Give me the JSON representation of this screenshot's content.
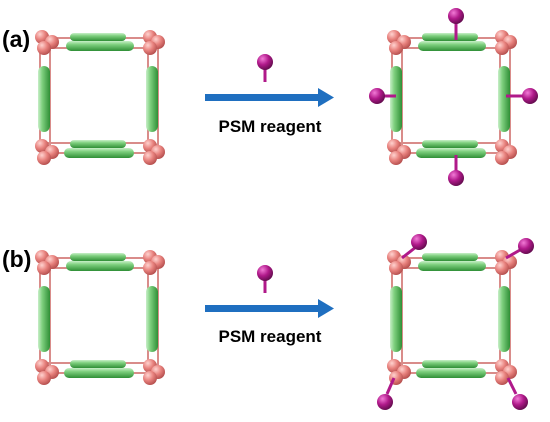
{
  "panels": [
    {
      "label": "(a)",
      "reagent_text": "PSM reagent",
      "functionalization": "linker-centered"
    },
    {
      "label": "(b)",
      "reagent_text": "PSM reagent",
      "functionalization": "node-centered"
    }
  ],
  "colors": {
    "linker_green": "#5cb85c",
    "linker_highlight": "#a9e0a9",
    "node_pink": "#e27b78",
    "reagent_magenta": "#b0198a",
    "arrow_blue": "#1f6fc0"
  },
  "icons": {
    "reagent": "ball-and-stick-icon",
    "arrow": "right-arrow-icon",
    "framework": "cube-cage-icon"
  }
}
